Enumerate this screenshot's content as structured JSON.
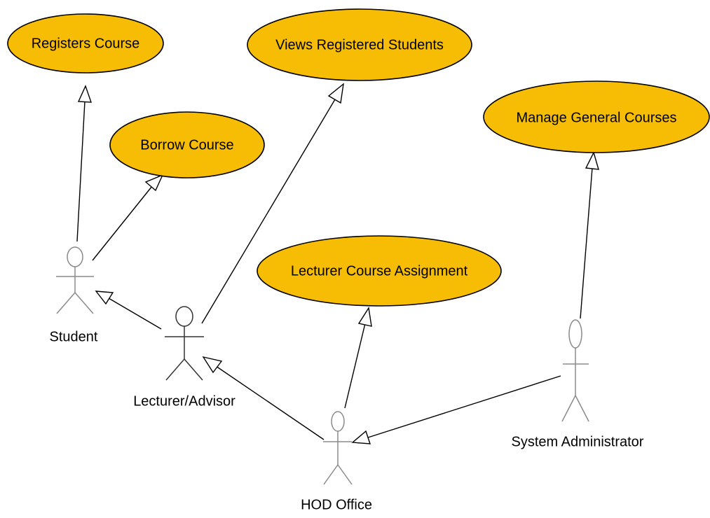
{
  "diagram": {
    "type": "uml-use-case",
    "use_cases": [
      {
        "id": "registers-course",
        "label": "Registers Course"
      },
      {
        "id": "views-registered-students",
        "label": "Views Registered Students"
      },
      {
        "id": "borrow-course",
        "label": "Borrow Course"
      },
      {
        "id": "manage-general-courses",
        "label": "Manage General Courses"
      },
      {
        "id": "lecturer-course-assignment",
        "label": "Lecturer Course Assignment"
      }
    ],
    "actors": [
      {
        "id": "student",
        "label": "Student"
      },
      {
        "id": "lecturer-advisor",
        "label": "Lecturer/Advisor"
      },
      {
        "id": "hod-office",
        "label": "HOD Office"
      },
      {
        "id": "system-administrator",
        "label": "System Administrator"
      }
    ],
    "relations": [
      {
        "from": "student",
        "to": "registers-course"
      },
      {
        "from": "student",
        "to": "borrow-course"
      },
      {
        "from": "lecturer-advisor",
        "to": "student"
      },
      {
        "from": "lecturer-advisor",
        "to": "views-registered-students"
      },
      {
        "from": "hod-office",
        "to": "lecturer-advisor"
      },
      {
        "from": "hod-office",
        "to": "lecturer-course-assignment"
      },
      {
        "from": "system-administrator",
        "to": "hod-office"
      },
      {
        "from": "system-administrator",
        "to": "manage-general-courses"
      }
    ],
    "colors": {
      "use_case_fill": "#f7bd05",
      "use_case_stroke": "#000000",
      "line": "#000000",
      "arrowhead_fill": "#ffffff",
      "actor_stroke": "#333333",
      "actor_stroke_faint": "#8a8a8a",
      "background": "#ffffff"
    }
  }
}
